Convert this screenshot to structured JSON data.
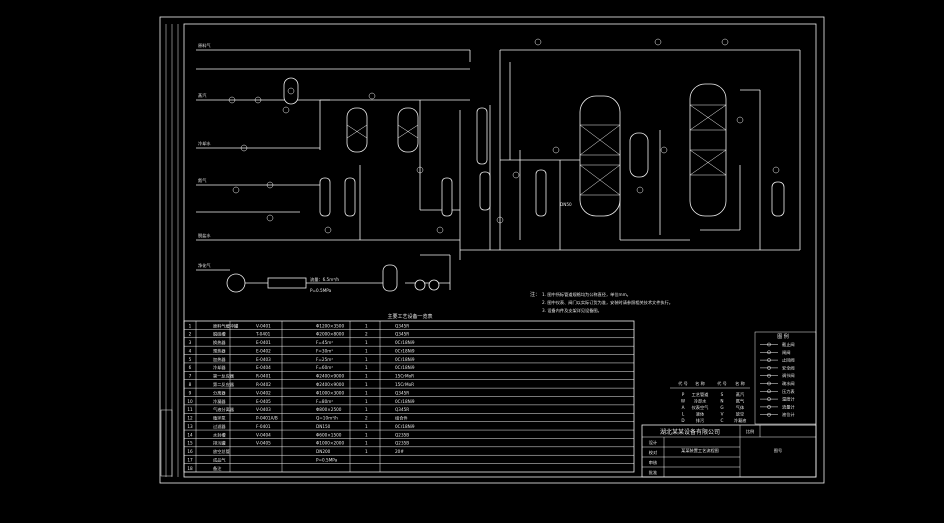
{
  "drawing": {
    "title_block": {
      "company": "湖北某某设备有限公司",
      "drawing_title": "某某装置工艺流程图",
      "scale_label": "比例",
      "scale_value": "",
      "drawing_no_label": "图号",
      "drawing_no": "",
      "rows": [
        "设计",
        "校对",
        "审核",
        "批准"
      ]
    },
    "notes": {
      "title": "注：",
      "lines": [
        "1. 图中所标管道规格均为公称直径，单位mm。",
        "2. 图中仪表、阀门以实际订货为准，安装时请参照相关技术文件执行。",
        "3. 设备内件及支架详见设备图。"
      ]
    },
    "legend": {
      "title": "图 例",
      "items": [
        "截止阀",
        "闸阀",
        "止回阀",
        "安全阀",
        "调节阀",
        "疏水阀",
        "压力表",
        "温度计",
        "流量计",
        "液位计"
      ]
    },
    "symbols_table": {
      "headers": [
        "代 号",
        "名 称",
        "代 号",
        "名 称"
      ],
      "rows": [
        [
          "P",
          "工艺管道",
          "S",
          "蒸汽"
        ],
        [
          "W",
          "冷却水",
          "N",
          "氮气"
        ],
        [
          "A",
          "仪表空气",
          "G",
          "气体"
        ],
        [
          "L",
          "液体",
          "V",
          "放空"
        ],
        [
          "D",
          "排污",
          "C",
          "冷凝液"
        ]
      ]
    },
    "equipment_table": {
      "title": "主要工艺设备一览表",
      "rows": [
        [
          "1",
          "原料气缓冲罐",
          "V-0401",
          "Φ1200×3500",
          "1",
          "Q345R"
        ],
        [
          "2",
          "脱硫槽",
          "T-0401",
          "Φ2000×8000",
          "2",
          "Q345R"
        ],
        [
          "3",
          "换热器",
          "E-0401",
          "F=45m²",
          "1",
          "0Cr18Ni9"
        ],
        [
          "4",
          "预热器",
          "E-0402",
          "F=30m²",
          "1",
          "0Cr18Ni9"
        ],
        [
          "5",
          "加热器",
          "E-0403",
          "F=25m²",
          "1",
          "0Cr18Ni9"
        ],
        [
          "6",
          "冷却器",
          "E-0404",
          "F=60m²",
          "1",
          "0Cr18Ni9"
        ],
        [
          "7",
          "第一反应器",
          "R-0401",
          "Φ2400×9000",
          "1",
          "15CrMoR"
        ],
        [
          "8",
          "第二反应器",
          "R-0402",
          "Φ2400×9000",
          "1",
          "15CrMoR"
        ],
        [
          "9",
          "分离器",
          "V-0402",
          "Φ1000×3000",
          "1",
          "Q345R"
        ],
        [
          "10",
          "冷凝器",
          "E-0405",
          "F=80m²",
          "1",
          "0Cr18Ni9"
        ],
        [
          "11",
          "气液分离器",
          "V-0403",
          "Φ800×2500",
          "1",
          "Q345R"
        ],
        [
          "12",
          "循环泵",
          "P-0401A/B",
          "Q=10m³/h",
          "2",
          "组合件"
        ],
        [
          "13",
          "过滤器",
          "F-0401",
          "DN150",
          "1",
          "0Cr18Ni9"
        ],
        [
          "14",
          "水封槽",
          "V-0404",
          "Φ600×1500",
          "1",
          "Q235B"
        ],
        [
          "15",
          "排污罐",
          "V-0405",
          "Φ1000×2000",
          "1",
          "Q235B"
        ],
        [
          "16",
          "放空总管",
          "",
          "DN200",
          "1",
          "20#"
        ],
        [
          "17",
          "成品气",
          "",
          "P=0.5MPa",
          "",
          ""
        ],
        [
          "18",
          "备注",
          "",
          "",
          "",
          ""
        ]
      ]
    },
    "stream_labels": [
      "原料气",
      "蒸汽",
      "冷却水",
      "氮气",
      "脱盐水",
      "净化气"
    ],
    "callouts": [
      "流量：6.5m³/h",
      "P=0.5MPa",
      "DN50"
    ]
  }
}
